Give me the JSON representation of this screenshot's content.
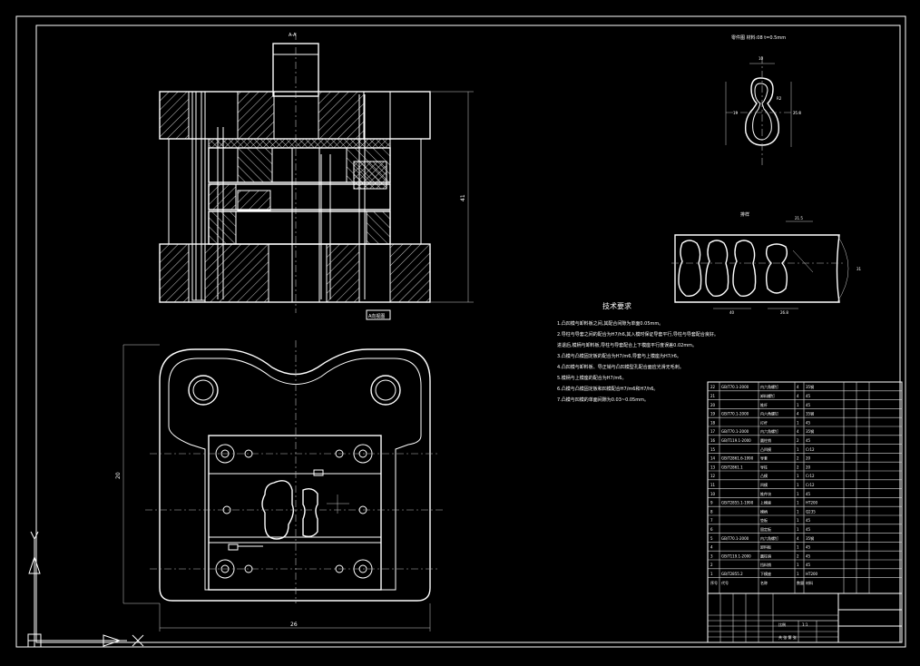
{
  "notes": {
    "title": "技术要求",
    "lines": [
      "1.凸凹模与卸料板之间,其配合间隙为单面0.05mm。",
      "2.导柱与导套之间的配合为H7/h6,其入模时保证导套平行,导柱与导套配合良好。",
      "   进退后,模柄与卸料板,导柱与导套配合上下模座平行度误差0.02mm。",
      "3.凸模与凸模固定板的配合为H7/m6,导套与上模座为H7/r6。",
      "4.凸凹模与卸料板、导正销与凸凹模型孔配合面应光滑无毛刺。",
      "5.模柄与上模座的配合为H7/m6。",
      "6.凸模与凸模固定板和凹模配合H7/m6和H7/h6。",
      "7.凸模与凹模的单面间隙为0.03~0.05mm。"
    ]
  },
  "dims": {
    "front_height": "41",
    "plan_height": "20",
    "plan_width": "26",
    "section_mark": "A-A",
    "front_note": "A向视图",
    "part_label": "零件图 材料:08 t=0.5mm",
    "strip_label": "排样",
    "strip_d1": "21.5",
    "strip_d2": "40",
    "strip_d3": "26.8",
    "strip_d4": "31",
    "part_d1": "10",
    "part_d2": "R2",
    "part_d3": "25.8",
    "part_d4": "19"
  },
  "bom": [
    {
      "no": "22",
      "code": "GB/T70.1-2000",
      "name": "内六角螺钉",
      "qty": "4",
      "mat": "35钢"
    },
    {
      "no": "21",
      "code": "",
      "name": "卸料螺钉",
      "qty": "4",
      "mat": "45"
    },
    {
      "no": "20",
      "code": "",
      "name": "推杆",
      "qty": "1",
      "mat": "45"
    },
    {
      "no": "19",
      "code": "GB/T70.1-2000",
      "name": "内六角螺钉",
      "qty": "4",
      "mat": "35钢"
    },
    {
      "no": "18",
      "code": "",
      "name": "打杆",
      "qty": "1",
      "mat": "45"
    },
    {
      "no": "17",
      "code": "GB/T70.1-2000",
      "name": "内六角螺钉",
      "qty": "4",
      "mat": "35钢"
    },
    {
      "no": "16",
      "code": "GB/T119.1-2000",
      "name": "圆柱销",
      "qty": "2",
      "mat": "45"
    },
    {
      "no": "15",
      "code": "",
      "name": "凸凹模",
      "qty": "1",
      "mat": "Cr12"
    },
    {
      "no": "14",
      "code": "GB/T2861.6-1990",
      "name": "导套",
      "qty": "2",
      "mat": "20"
    },
    {
      "no": "13",
      "code": "GB/T2861.1",
      "name": "导柱",
      "qty": "2",
      "mat": "20"
    },
    {
      "no": "12",
      "code": "",
      "name": "凸模",
      "qty": "1",
      "mat": "Cr12"
    },
    {
      "no": "11",
      "code": "",
      "name": "凹模",
      "qty": "1",
      "mat": "Cr12"
    },
    {
      "no": "10",
      "code": "",
      "name": "推件块",
      "qty": "1",
      "mat": "45"
    },
    {
      "no": "9",
      "code": "GB/T2855.1-1990",
      "name": "上模座",
      "qty": "1",
      "mat": "HT200"
    },
    {
      "no": "8",
      "code": "",
      "name": "模柄",
      "qty": "1",
      "mat": "Q235"
    },
    {
      "no": "7",
      "code": "",
      "name": "垫板",
      "qty": "1",
      "mat": "45"
    },
    {
      "no": "6",
      "code": "",
      "name": "固定板",
      "qty": "1",
      "mat": "45"
    },
    {
      "no": "5",
      "code": "GB/T70.1-2000",
      "name": "内六角螺钉",
      "qty": "4",
      "mat": "35钢"
    },
    {
      "no": "4",
      "code": "",
      "name": "卸料板",
      "qty": "1",
      "mat": "45"
    },
    {
      "no": "3",
      "code": "GB/T119.1-2000",
      "name": "圆柱销",
      "qty": "2",
      "mat": "45"
    },
    {
      "no": "2",
      "code": "",
      "name": "挡料销",
      "qty": "1",
      "mat": "45"
    },
    {
      "no": "1",
      "code": "GB/T2855.2",
      "name": "下模座",
      "qty": "1",
      "mat": "HT200"
    }
  ],
  "bom_header": {
    "no": "序号",
    "code": "代号",
    "name": "名称",
    "qty": "数量",
    "mat": "材料"
  },
  "titleblock": {
    "scale_label": "比例",
    "scale": "1:1",
    "sheet_label": "共 张 第 张"
  }
}
